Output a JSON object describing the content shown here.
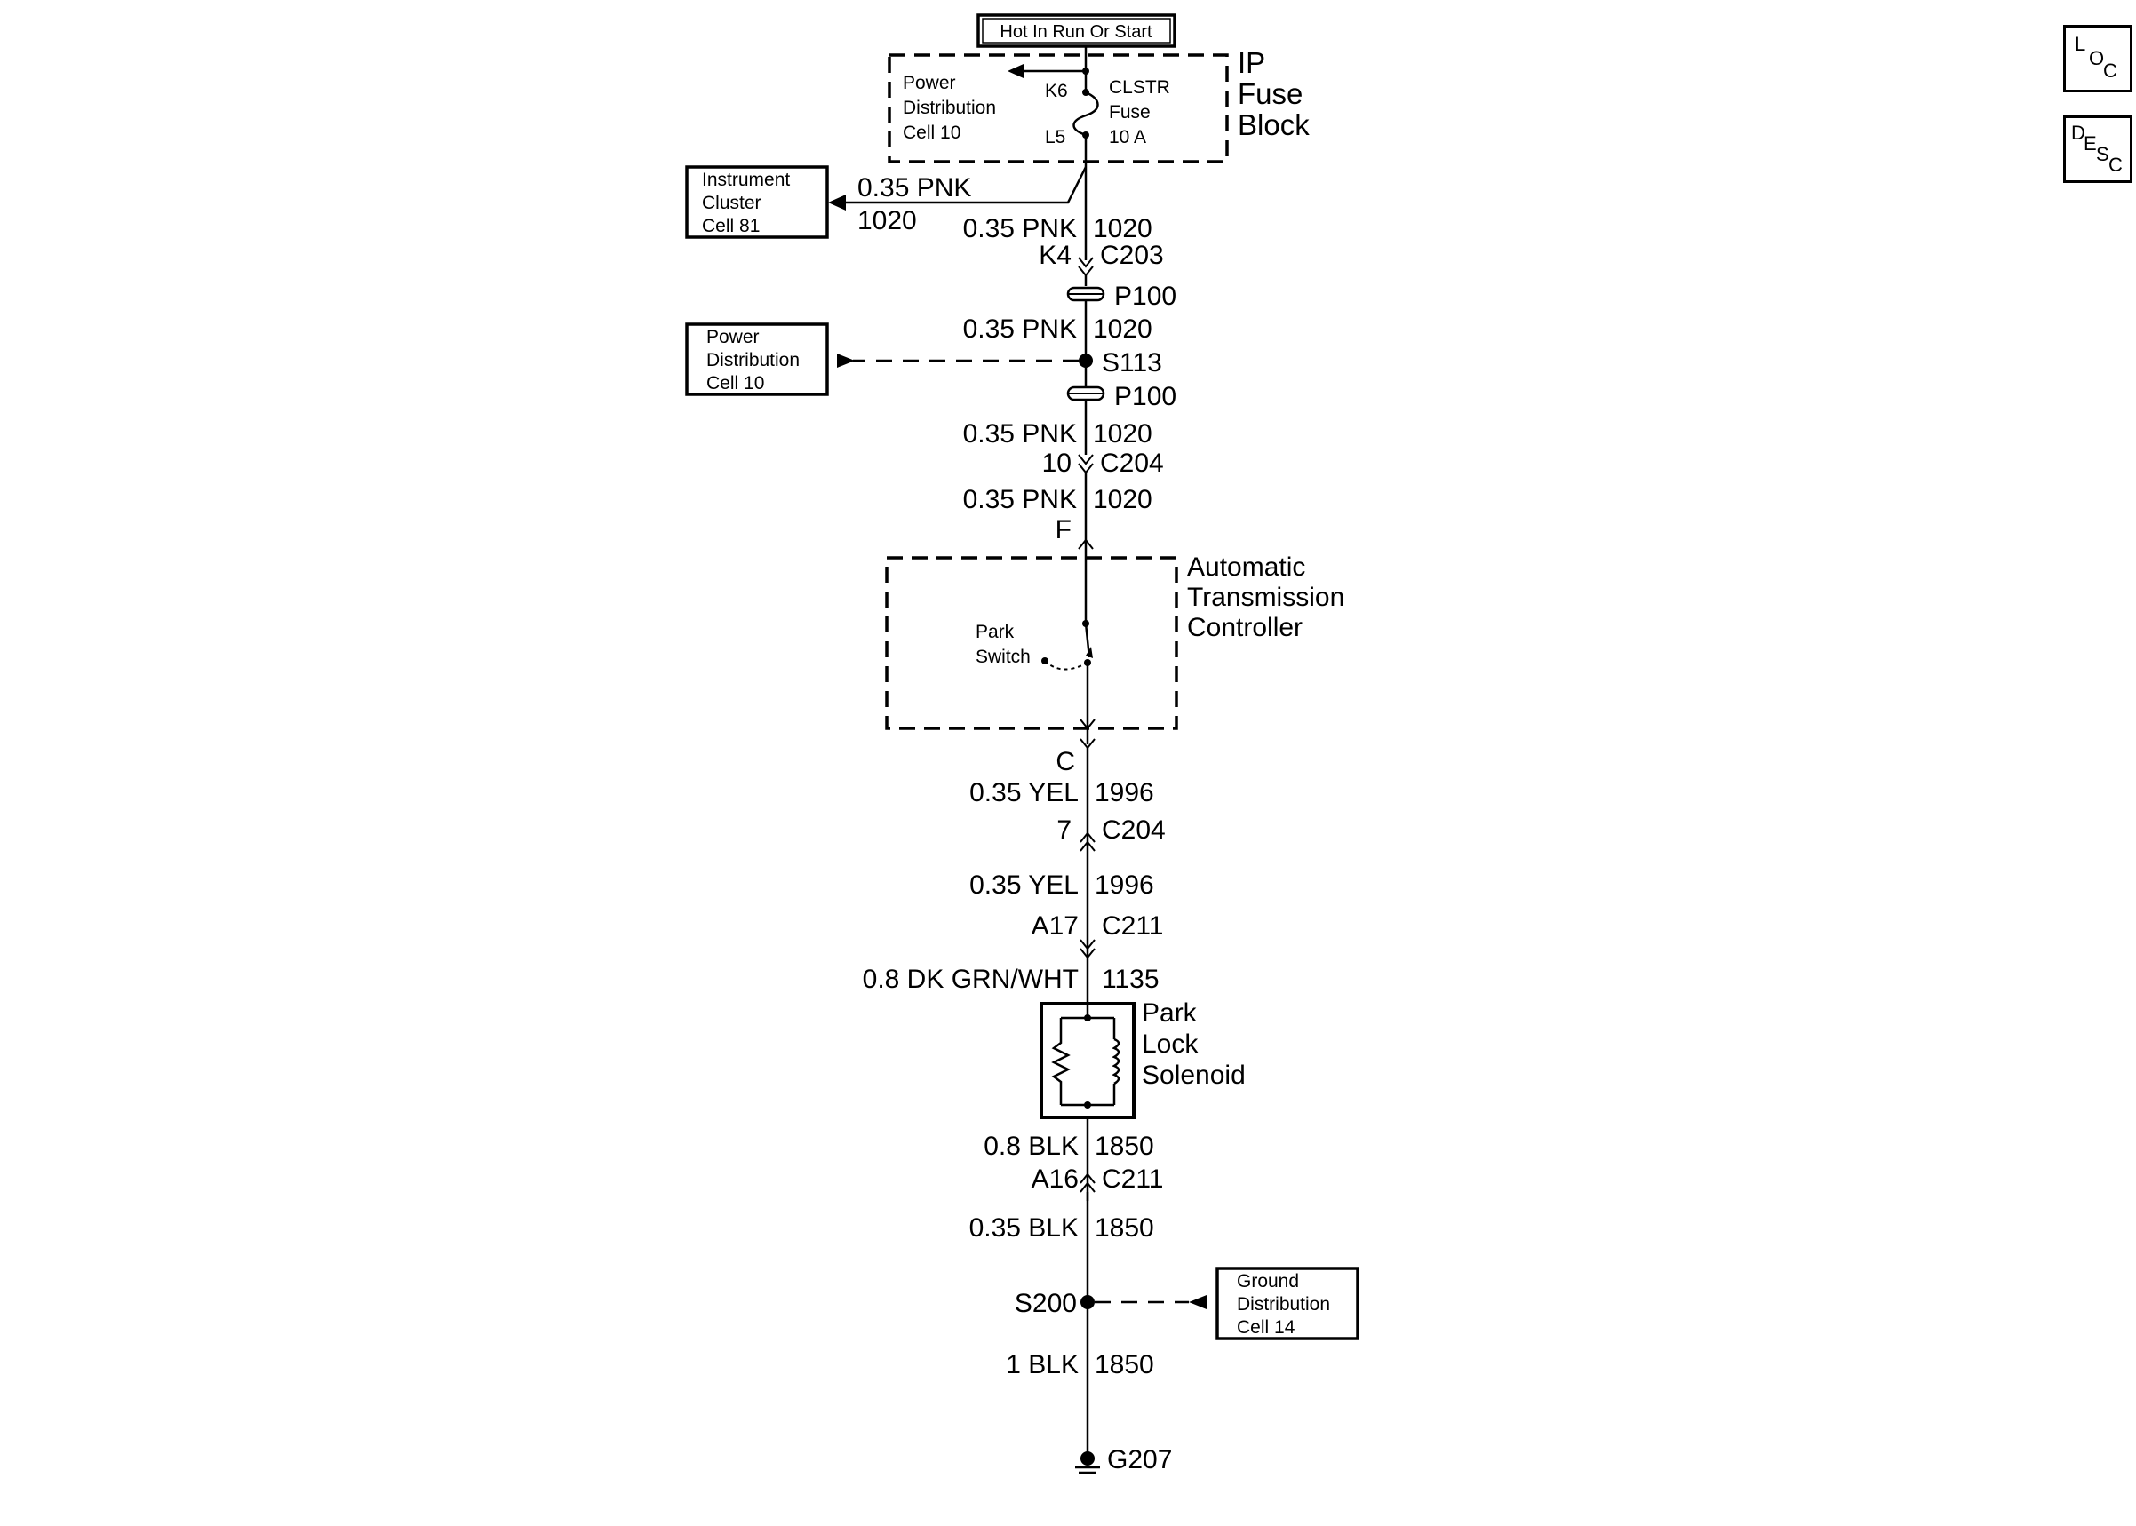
{
  "header": {
    "hot_label": "Hot In Run Or Start"
  },
  "fuse_block": {
    "title_line1": "IP",
    "title_line2": "Fuse",
    "title_line3": "Block",
    "power_line1": "Power",
    "power_line2": "Distribution",
    "power_line3": "Cell 10",
    "pin_top": "K6",
    "pin_bottom": "L5",
    "fuse_line1": "CLSTR",
    "fuse_line2": "Fuse",
    "fuse_line3": "10 A"
  },
  "instrument_cluster": {
    "line1": "Instrument",
    "line2": "Cluster",
    "line3": "Cell 81",
    "wire_spec": "0.35 PNK",
    "circuit": "1020"
  },
  "power_dist_ref": {
    "line1": "Power",
    "line2": "Distribution",
    "line3": "Cell 10"
  },
  "ground_dist_ref": {
    "line1": "Ground",
    "line2": "Distribution",
    "line3": "Cell 14"
  },
  "wires": {
    "w1_spec": "0.35 PNK",
    "w1_circuit": "1020",
    "w2_spec": "0.35 PNK",
    "w2_circuit": "1020",
    "w3_spec": "0.35 PNK",
    "w3_circuit": "1020",
    "w4_spec": "0.35 PNK",
    "w4_circuit": "1020",
    "w5_spec": "0.35 YEL",
    "w5_circuit": "1996",
    "w6_spec": "0.35 YEL",
    "w6_circuit": "1996",
    "w7_spec": "0.8 DK GRN/WHT",
    "w7_circuit": "1135",
    "w8_spec": "0.8 BLK",
    "w8_circuit": "1850",
    "w9_spec": "0.35 BLK",
    "w9_circuit": "1850",
    "w10_spec": "1 BLK",
    "w10_circuit": "1850"
  },
  "connectors": {
    "c203_pin": "K4",
    "c203_name": "C203",
    "p100_a": "P100",
    "s113": "S113",
    "p100_b": "P100",
    "c204a_pin": "10",
    "c204a_name": "C204",
    "tcm_pin_f": "F",
    "tcm_pin_c": "C",
    "c204b_pin": "7",
    "c204b_name": "C204",
    "c211a_pin": "A17",
    "c211a_name": "C211",
    "c211b_pin": "A16",
    "c211b_name": "C211",
    "s200": "S200",
    "g207": "G207"
  },
  "tcm": {
    "title_line1": "Automatic",
    "title_line2": "Transmission",
    "title_line3": "Controller",
    "switch_line1": "Park",
    "switch_line2": "Switch"
  },
  "solenoid": {
    "line1": "Park",
    "line2": "Lock",
    "line3": "Solenoid"
  },
  "side_icons": {
    "loc": {
      "a": "L",
      "b": "O",
      "c": "C"
    },
    "desc": {
      "a": "D",
      "b": "E",
      "c": "S",
      "d": "C"
    }
  }
}
